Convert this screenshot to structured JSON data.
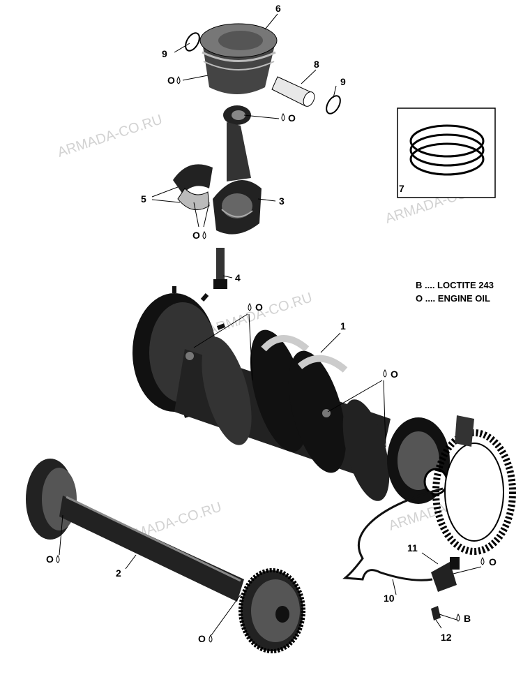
{
  "watermark": "ARMADA-CO.RU",
  "legend": [
    {
      "key": "B",
      "text": "B .... LOCTITE 243"
    },
    {
      "key": "O",
      "text": "O .... ENGINE OIL"
    }
  ],
  "callouts": {
    "c1": "1",
    "c2": "2",
    "c3": "3",
    "c4": "4",
    "c5": "5",
    "c6": "6",
    "c7": "7",
    "c8": "8",
    "c9a": "9",
    "c9b": "9",
    "c10": "10",
    "c11": "11",
    "c12": "12"
  },
  "symbols": {
    "oil": "O",
    "loctite": "B"
  }
}
